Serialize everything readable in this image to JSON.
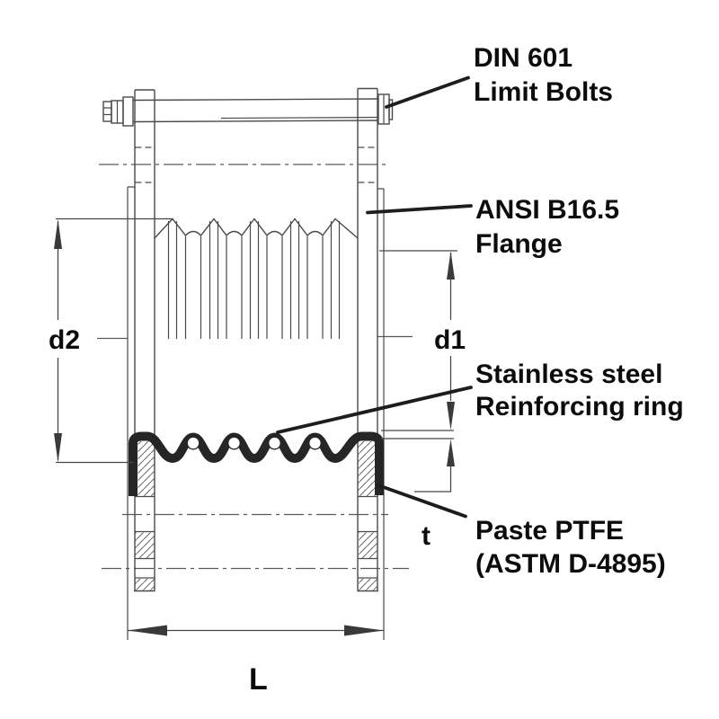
{
  "diagram": {
    "type": "technical-drawing",
    "subject": "PTFE expansion joint with limit bolts - half view / half section",
    "colors": {
      "background": "#ffffff",
      "line": "#4a4a4a",
      "ptfe_fill": "#262626",
      "leader": "#1d1d1d",
      "text": "#0c0c0c"
    },
    "labels": {
      "limit_bolts": {
        "line1": "DIN 601",
        "line2": "Limit Bolts"
      },
      "flange": {
        "line1": "ANSI B16.5",
        "line2": "Flange"
      },
      "reinforcing_ring": {
        "line1": "Stainless steel",
        "line2": "Reinforcing ring"
      },
      "ptfe": {
        "line1": "Paste PTFE",
        "line2": "(ASTM D-4895)"
      }
    },
    "dimensions": {
      "outer_diameter": "d2",
      "inner_diameter": "d1",
      "wall_thickness": "t",
      "overall_length": "L"
    }
  }
}
